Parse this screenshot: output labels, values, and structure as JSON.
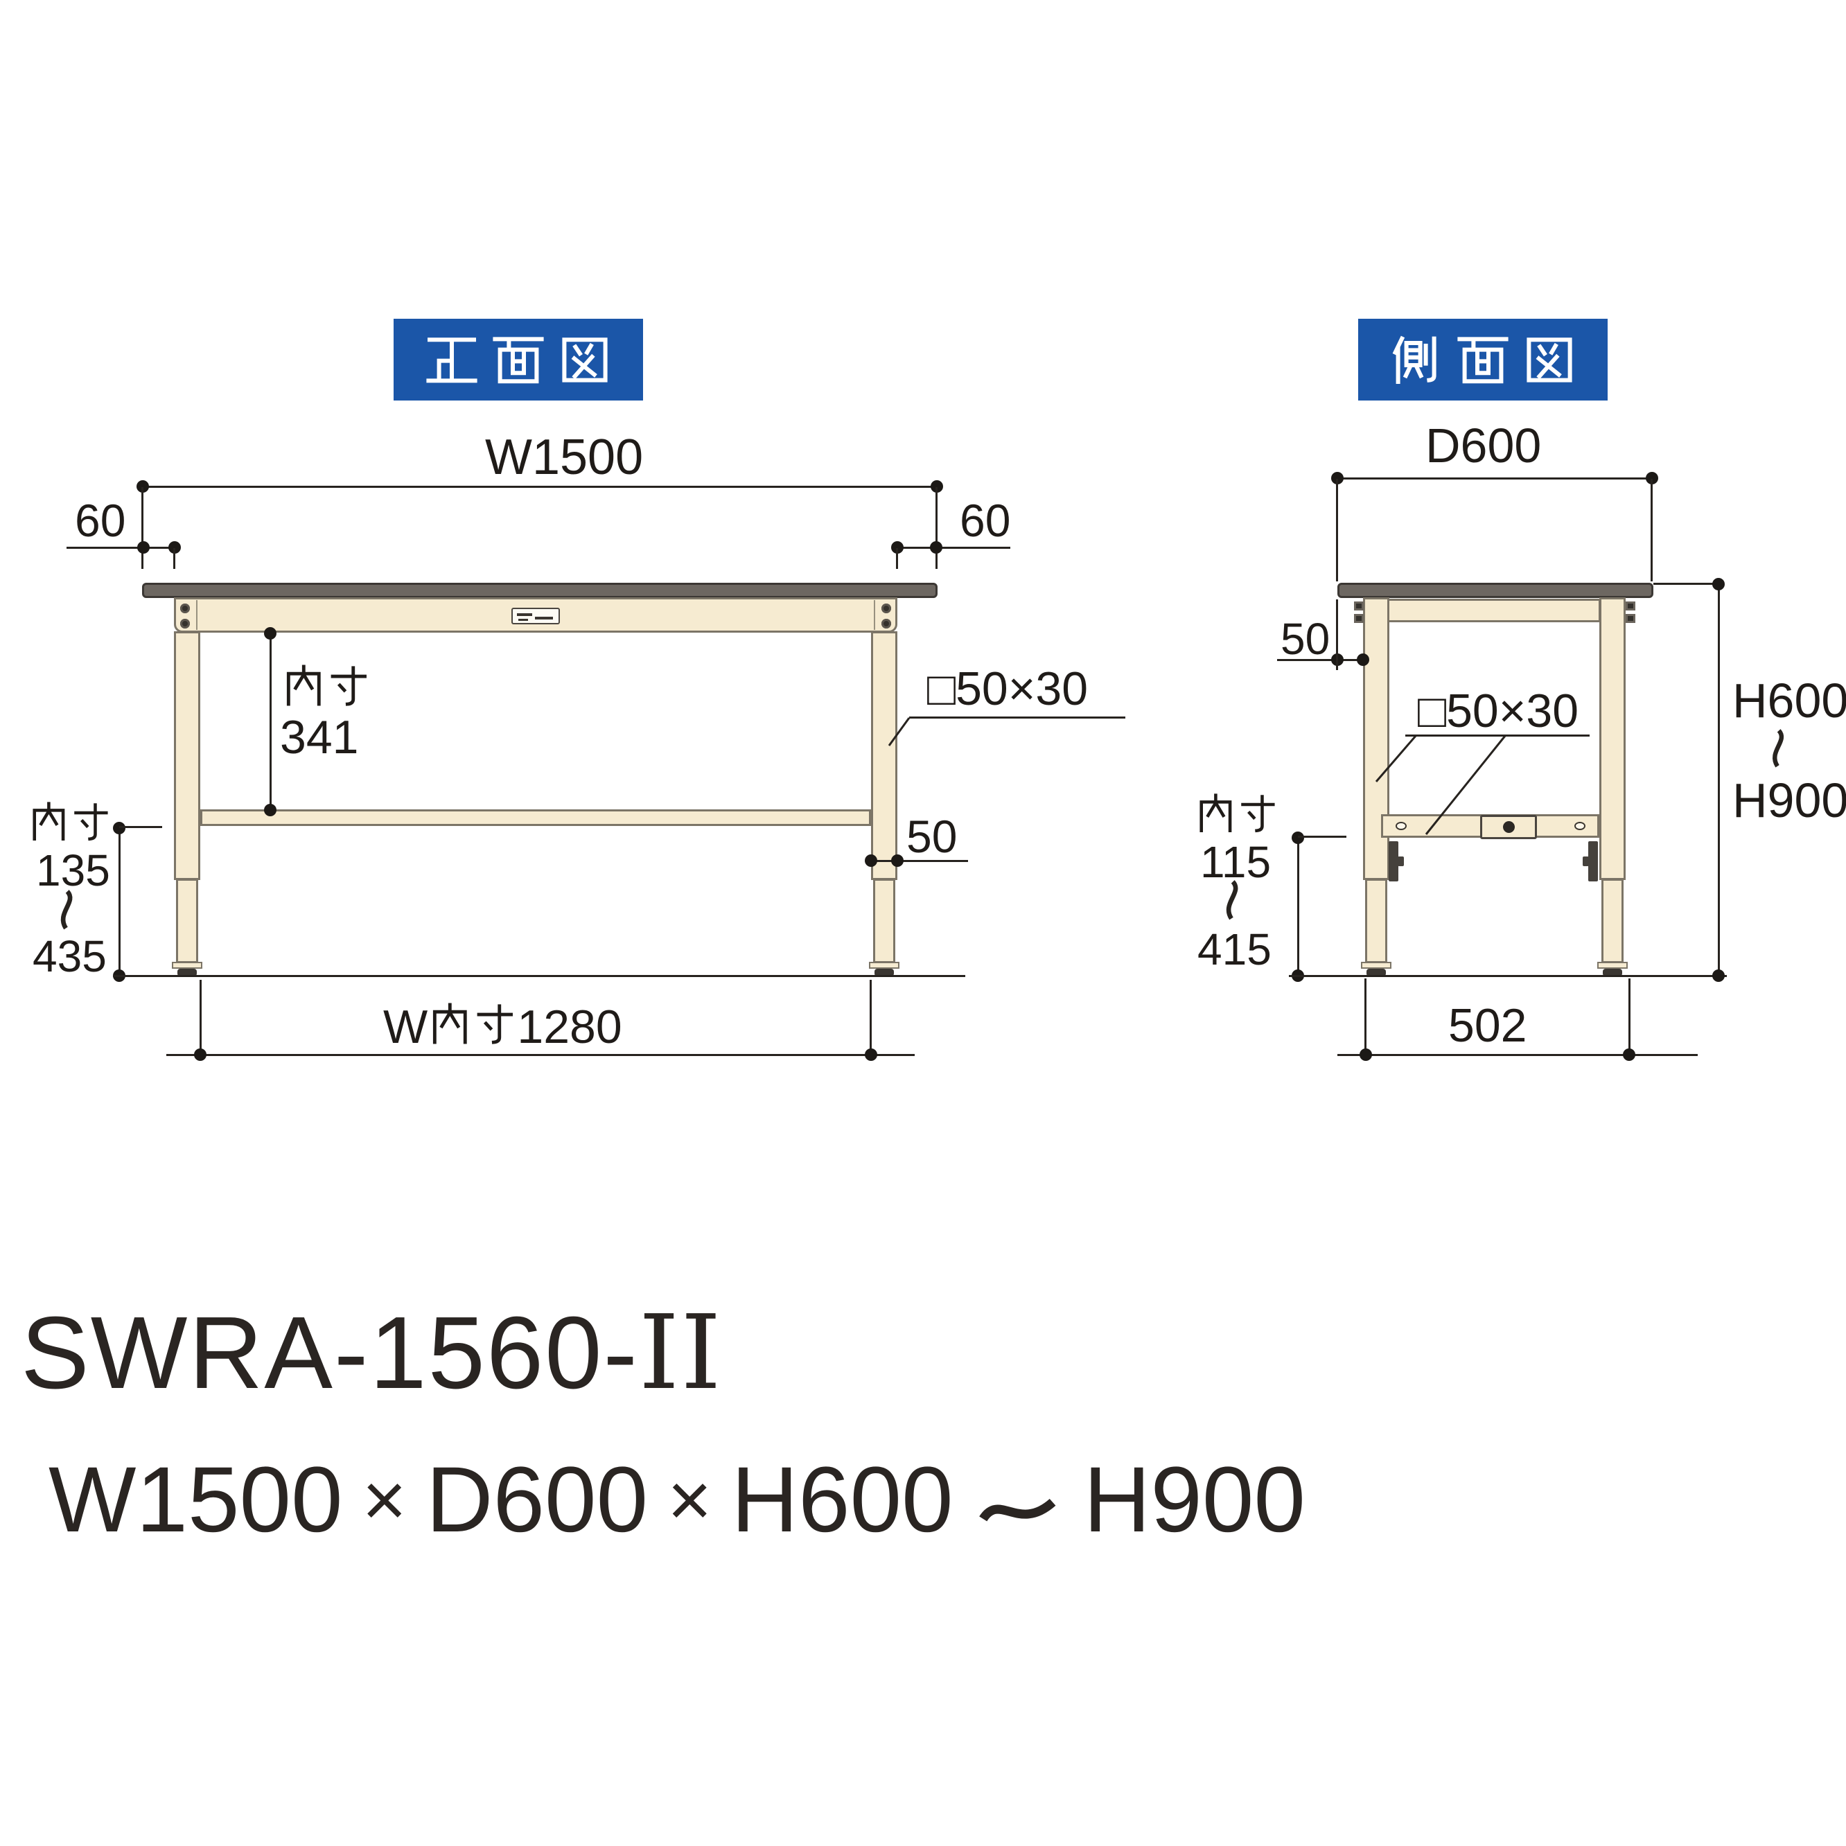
{
  "front": {
    "title": "正面図",
    "width": "W1500",
    "overhang_left": "60",
    "overhang_right": "60",
    "inner_label": "内寸",
    "inner_height": "341",
    "tube": "□50×30",
    "leg_width": "50",
    "adj_label": "内寸",
    "adj_min": "135",
    "adj_max": "435",
    "inner_width": "W内寸1280"
  },
  "side": {
    "title": "側面図",
    "depth": "D600",
    "overhang": "50",
    "tube": "□50×30",
    "adj_label": "内寸",
    "adj_min": "115",
    "adj_max": "415",
    "height_min": "H600",
    "height_max": "H900",
    "foot_span": "502"
  },
  "product": {
    "model_prefix": "SWRA-1560-",
    "model_suffix": "II",
    "spec_w": "W1500",
    "spec_d": "D600",
    "spec_h_min": "H600",
    "spec_h_max": "H900",
    "times": "×"
  },
  "colors": {
    "accent_blue": "#1b56a8",
    "frame_cream": "#f6ebd1",
    "top_gray": "#6d6761",
    "line": "#27231f"
  }
}
